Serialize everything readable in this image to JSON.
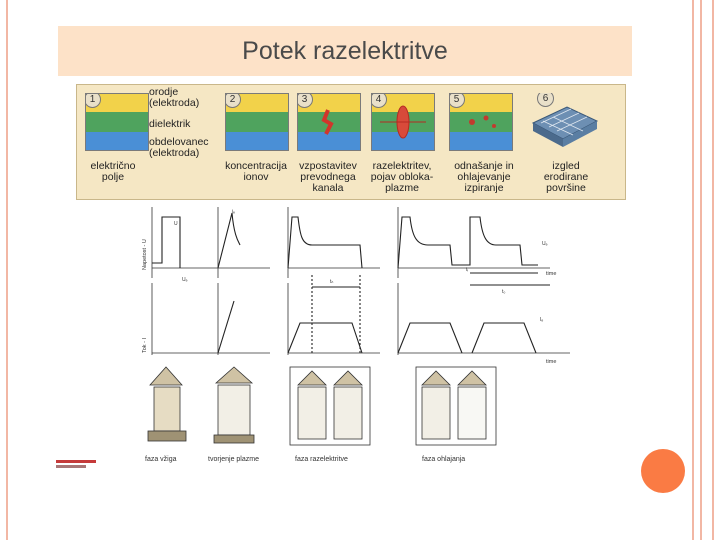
{
  "slide": {
    "title": "Potek razelektritve",
    "accent_color": "#fa7b44",
    "frame_color": "#f2b7a4",
    "title_bg": "#fde2c8"
  },
  "stages": [
    {
      "number": "1",
      "caption": "električno polje"
    },
    {
      "number": "2",
      "caption": "koncentracija ionov"
    },
    {
      "number": "3",
      "caption": "vzpostavitev prevodnega kanala"
    },
    {
      "number": "4",
      "caption": "razelektritev, pojav obloka-plazme"
    },
    {
      "number": "5",
      "caption": "odnašanje in ohlajevanje izpiranje"
    },
    {
      "number": "6",
      "caption": "izgled erodirane površine"
    }
  ],
  "layers": {
    "top": "orodje (elektroda)",
    "middle": "dielektrik",
    "bottom": "obdelovanec (elektroda)"
  },
  "graph": {
    "ylabel_top": "Napetost - U",
    "ylabel_bottom": "Tok - I",
    "time_label": "time",
    "marks": [
      "U",
      "Uₑ",
      "tₙ",
      "tᵢ",
      "t₀",
      "Iₑ",
      "Uₑ",
      "iₑ"
    ]
  },
  "phases": [
    "faza vžiga",
    "tvorjenje plazme",
    "faza razelektritve",
    "faza ohlajanja"
  ]
}
